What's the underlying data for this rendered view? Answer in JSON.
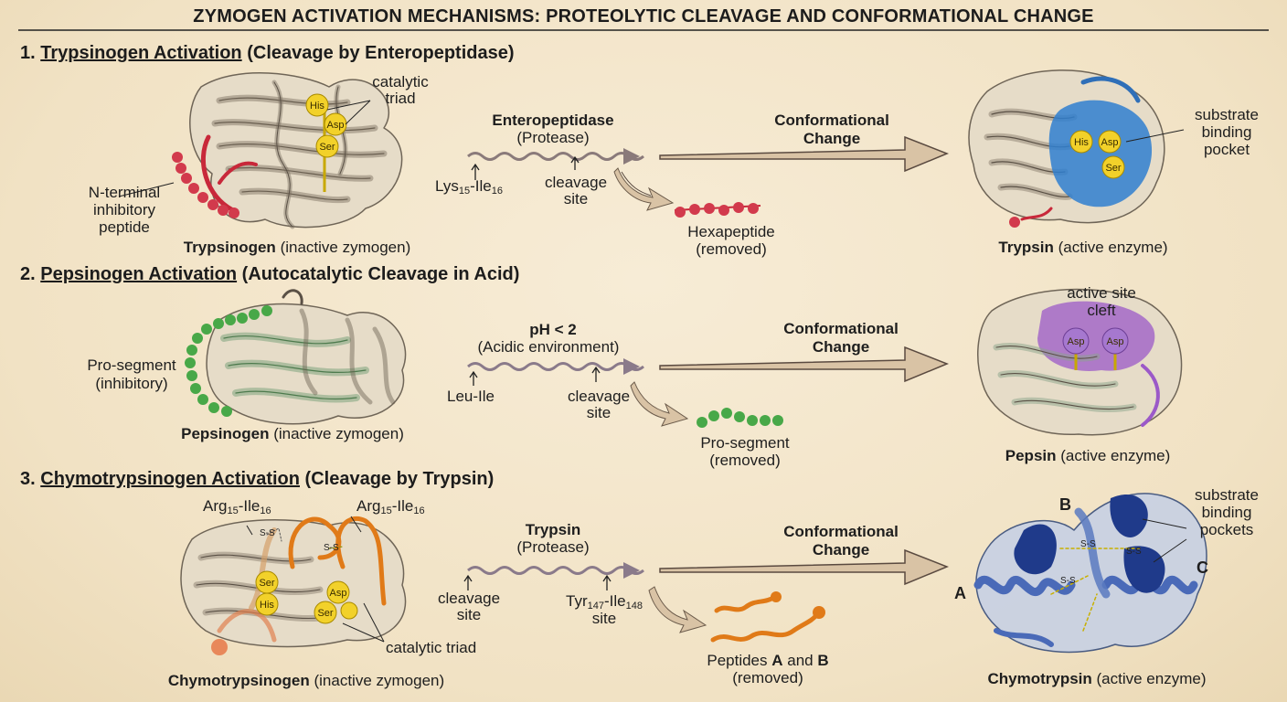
{
  "title": "ZYMOGEN ACTIVATION MECHANISMS: PROTEOLYTIC CLEAVAGE AND CONFORMATIONAL CHANGE",
  "sections": [
    {
      "number": "1.",
      "name": "Trypsinogen Activation",
      "subtitle": "(Cleavage by Enteropeptidase)",
      "zymogen": {
        "name": "Trypsinogen",
        "desc": "(inactive zymogen)"
      },
      "zymogen_labels": {
        "catalytic_triad": "catalytic\ntriad",
        "inhibitory": "N-terminal\ninhibitory\npeptide"
      },
      "residues": [
        "His",
        "Asp",
        "Ser"
      ],
      "agent": {
        "name": "Enteropeptidase",
        "desc": "(Protease)"
      },
      "site_left": {
        "pre": "Lys",
        "sub1": "15",
        "mid": "-Ile",
        "sub2": "16"
      },
      "site_right": "cleavage\nsite",
      "conformational": "Conformational\nChange",
      "removed": "Hexapeptide\n(removed)",
      "enzyme": {
        "name": "Trypsin",
        "desc": "(active enzyme)"
      },
      "enzyme_label": "substrate\nbinding\npocket",
      "enzyme_residues": [
        "His",
        "Asp",
        "Ser"
      ]
    },
    {
      "number": "2.",
      "name": "Pepsinogen Activation",
      "subtitle": "(Autocatalytic Cleavage in Acid)",
      "zymogen": {
        "name": "Pepsinogen",
        "desc": "(inactive zymogen)"
      },
      "zymogen_labels": {
        "prosegment": "Pro-segment\n(inhibitory)"
      },
      "agent": {
        "name": "pH < 2",
        "desc": "(Acidic environment)"
      },
      "site_left": "Leu-Ile",
      "site_right": "cleavage\nsite",
      "conformational": "Conformational\nChange",
      "removed": "Pro-segment\n(removed)",
      "enzyme": {
        "name": "Pepsin",
        "desc": "(active enzyme)"
      },
      "enzyme_label": "active site\ncleft",
      "enzyme_residues": [
        "Asp",
        "Asp"
      ]
    },
    {
      "number": "3.",
      "name": "Chymotrypsinogen Activation",
      "subtitle": "(Cleavage by Trypsin)",
      "zymogen": {
        "name": "Chymotrypsinogen",
        "desc": "(inactive zymogen)"
      },
      "zymogen_labels": {
        "site_a": {
          "pre": "Arg",
          "sub1": "15",
          "mid": "-Ile",
          "sub2": "16"
        },
        "site_b": {
          "pre": "Arg",
          "sub1": "15",
          "mid": "-Ile",
          "sub2": "16"
        },
        "catalytic_triad": "catalytic triad",
        "disulfide": "S-S"
      },
      "residues": [
        "Ser",
        "His",
        "Asp",
        "Ser"
      ],
      "agent": {
        "name": "Trypsin",
        "desc": "(Protease)"
      },
      "site_left": "cleavage\nsite",
      "site_right": {
        "pre": "Tyr",
        "sub1": "147",
        "mid": "-Ile",
        "sub2": "148",
        "post": "site"
      },
      "conformational": "Conformational\nChange",
      "removed": {
        "pre": "Peptides ",
        "a": "A",
        "mid": " and ",
        "b": "B",
        "post": "(removed)"
      },
      "enzyme": {
        "name": "Chymotrypsin",
        "desc": "(active enzyme)"
      },
      "enzyme_label": "substrate\nbinding\npockets",
      "chain_labels": [
        "A",
        "B",
        "C"
      ],
      "disulfide": "S-S"
    }
  ],
  "colors": {
    "background": "#f3e6cc",
    "trypsin_pocket": "#2f7fd0",
    "inhibitory_peptide": "#c8283a",
    "prosegment": "#3a9a3a",
    "pepsin_cleft": "#9b59c8",
    "chymo_peptides": "#e07a18",
    "chymotrypsin": "#3d5ea8",
    "residue": "#f2d12a",
    "arrow": "#d9c3a5"
  }
}
